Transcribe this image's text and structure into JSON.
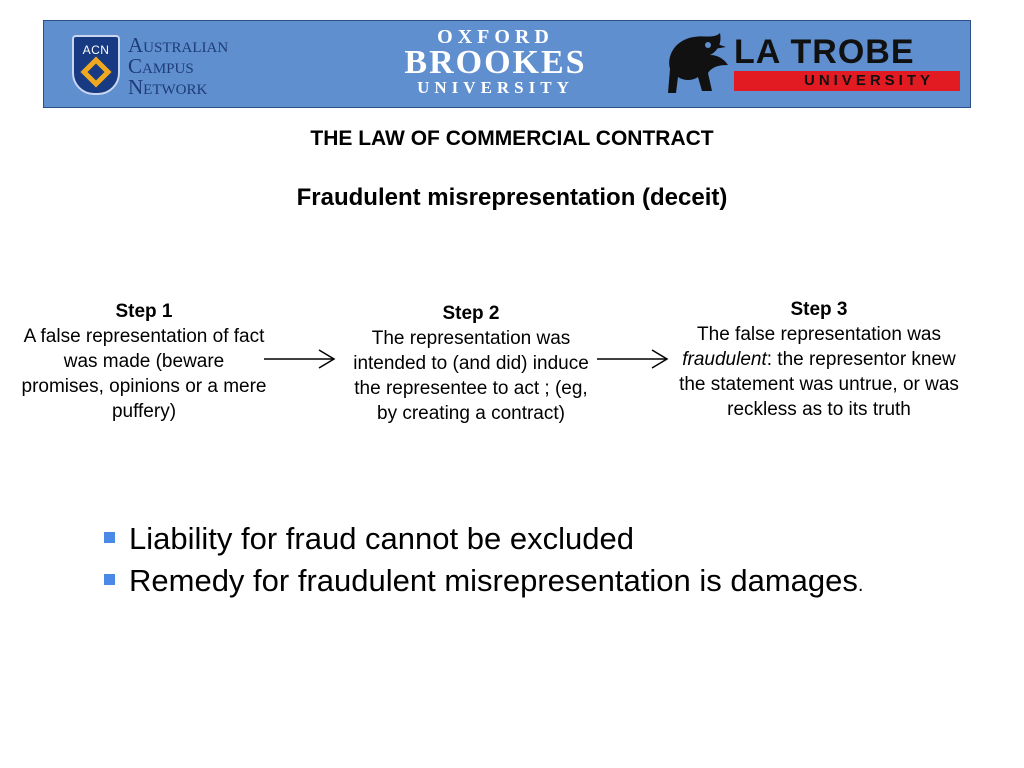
{
  "banner": {
    "acn": {
      "abbr": "ACN",
      "line1": "Australian",
      "line2": "Campus",
      "line3": "Network"
    },
    "oxford": {
      "line1": "OXFORD",
      "line2": "BROOKES",
      "line3": "UNIVERSITY"
    },
    "latrobe": {
      "name": "LA TROBE",
      "sub": "UNIVERSITY"
    }
  },
  "title": "THE LAW OF COMMERCIAL CONTRACT",
  "subtitle": "Fraudulent misrepresentation (deceit)",
  "steps": {
    "step1": {
      "title": "Step 1",
      "text": "A false representation of fact was made (beware promises, opinions or a mere puffery)"
    },
    "step2": {
      "title": "Step 2",
      "text": "The representation was intended to (and did) induce the representee to act ; (eg, by creating a contract)"
    },
    "step3": {
      "title": "Step 3",
      "emph": "fraudulent",
      "text_before": "The false representation was ",
      "text_after": ": the representor knew the statement was untrue, or was reckless as to its truth"
    }
  },
  "bullets": {
    "b1": "Liability for fraud cannot be excluded",
    "b2": "Remedy for fraudulent misrepresentation is damages",
    "b2_end": "."
  },
  "colors": {
    "banner": "#5f8fcf",
    "bullet": "#4a89e5",
    "latrobe_red": "#e21b22",
    "acn_gold": "#f0a81e"
  }
}
